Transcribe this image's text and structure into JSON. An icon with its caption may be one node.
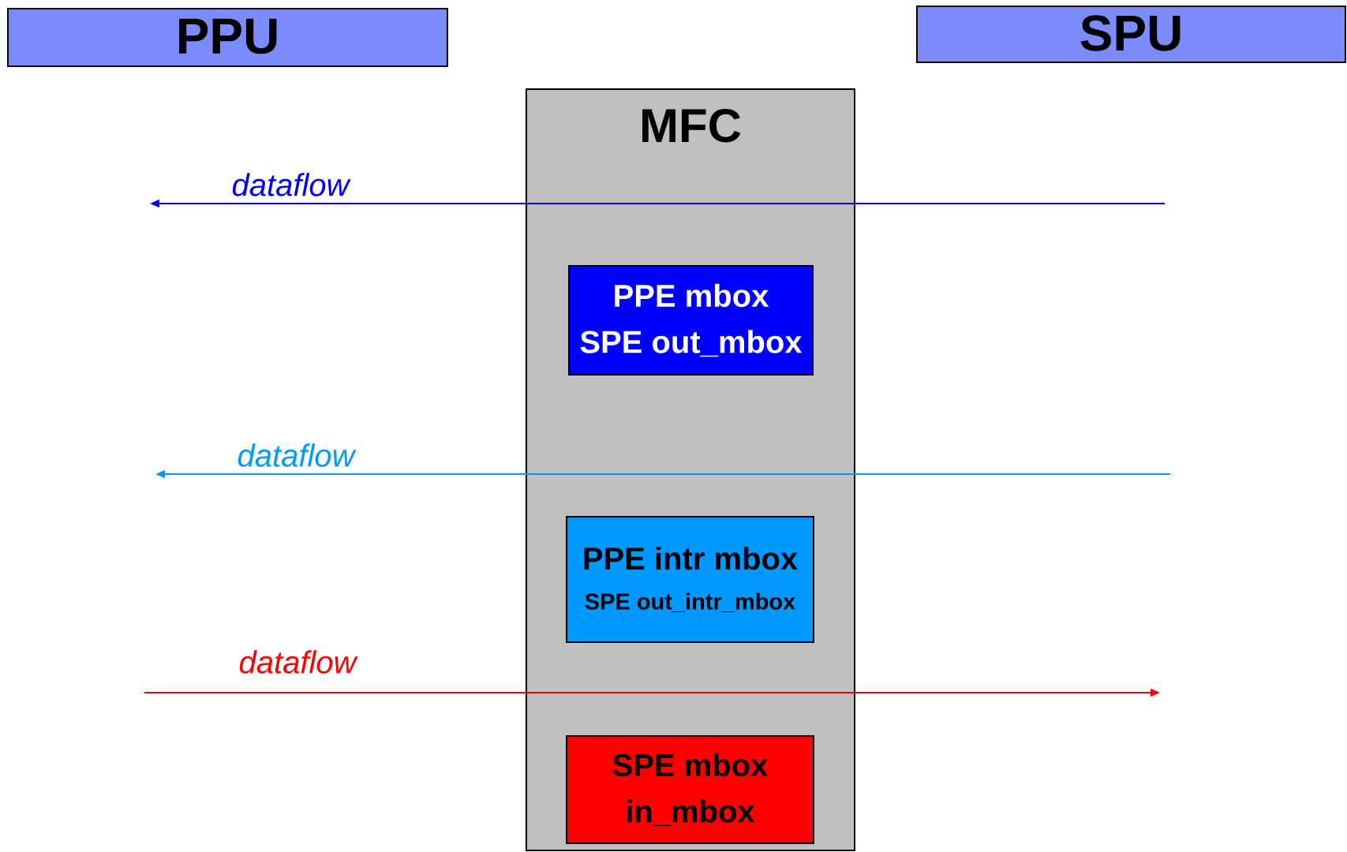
{
  "diagram": {
    "nodes": [
      {
        "text": [
          "PPU"
        ]
      },
      {
        "text": [
          "SPU"
        ]
      },
      {
        "text": [
          "MFC"
        ]
      },
      {
        "text": [
          "PPE mbox",
          "SPE out_mbox"
        ],
        "in": 2
      },
      {
        "text": [
          "PPE intr mbox",
          "SPE out_intr_mbox"
        ],
        "in": 2
      },
      {
        "text": [
          "SPE mbox",
          "in_mbox"
        ],
        "in": 2
      }
    ],
    "labels": [
      "dataflow",
      "dataflow",
      "dataflow"
    ]
  }
}
